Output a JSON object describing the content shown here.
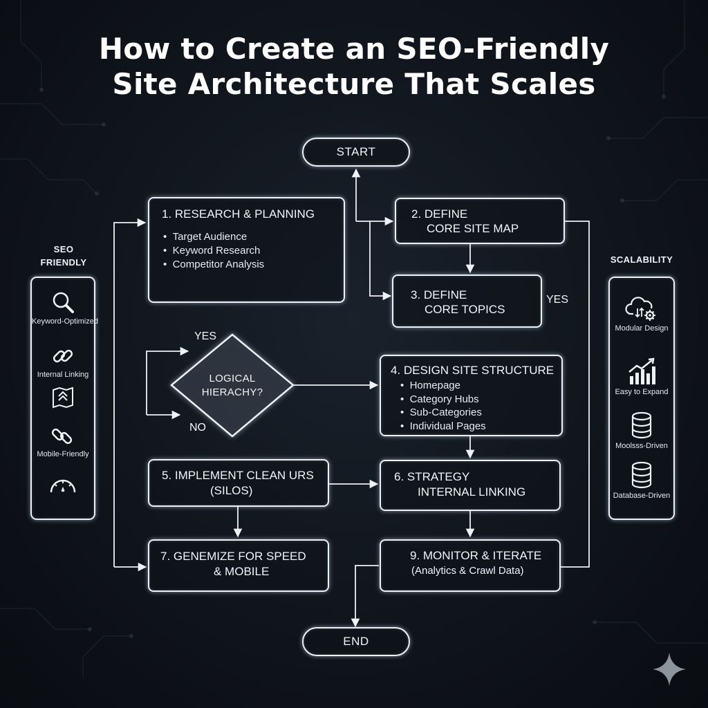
{
  "title": {
    "line1": "How to Create an SEO-Friendly",
    "line2": "Site Architecture That Scales"
  },
  "flow": {
    "start": "START",
    "end": "END",
    "research": {
      "title": "1. RESEARCH & PLANNING",
      "bullets": [
        "Target Audience",
        "Keyword Research",
        "Competitor Analysis"
      ]
    },
    "sitemap": {
      "line1": "2. DEFINE",
      "line2": "CORE SITE MAP"
    },
    "topics": {
      "line1": "3. DEFINE",
      "line2": "CORE TOPICS"
    },
    "decision": {
      "line1": "LOGICAL",
      "line2": "HIERACHY?"
    },
    "yes_label": "YES",
    "no_label": "NO",
    "yes_right_label": "YES",
    "structure": {
      "title": "4. DESIGN SITE STRUCTURE",
      "bullets": [
        "Homepage",
        "Category Hubs",
        "Sub-Categories",
        "Individual Pages"
      ]
    },
    "urls": {
      "line1": "5. IMPLEMENT CLEAN URS",
      "line2": "(SILOS)"
    },
    "linking": {
      "line1": "6. STRATEGY",
      "line2": "INTERNAL LINKING"
    },
    "speed": {
      "line1": "7. GENEMIZE FOR SPEED",
      "line2": "& MOBILE"
    },
    "monitor": {
      "line1": "9. MONITOR & ITERATE",
      "line2": "(Analytics & Crawl Data)"
    }
  },
  "seo_panel": {
    "heading_line1": "SEO",
    "heading_line2": "FRIENDLY",
    "items": [
      {
        "icon": "magnifier-icon",
        "label": "Keyword-Optimized"
      },
      {
        "icon": "chain-link-icon",
        "label": "Internal Linking"
      },
      {
        "icon": "sitemap-icon",
        "label": ""
      },
      {
        "icon": "chain-link-icon",
        "label": "Mobile-Friendly"
      },
      {
        "icon": "speedometer-icon",
        "label": ""
      }
    ]
  },
  "scalability_panel": {
    "heading": "SCALABILITY",
    "items": [
      {
        "icon": "cloud-gear-icon",
        "label": "Modular Design"
      },
      {
        "icon": "growth-chart-icon",
        "label": "Easy to Expand"
      },
      {
        "icon": "database-icon",
        "label": "Moolsss-Driven"
      },
      {
        "icon": "database-icon",
        "label": "Database-Driven"
      }
    ]
  },
  "colors": {
    "background": "#10151c",
    "stroke": "#eef2f6",
    "glow": "#d2e8ff"
  }
}
